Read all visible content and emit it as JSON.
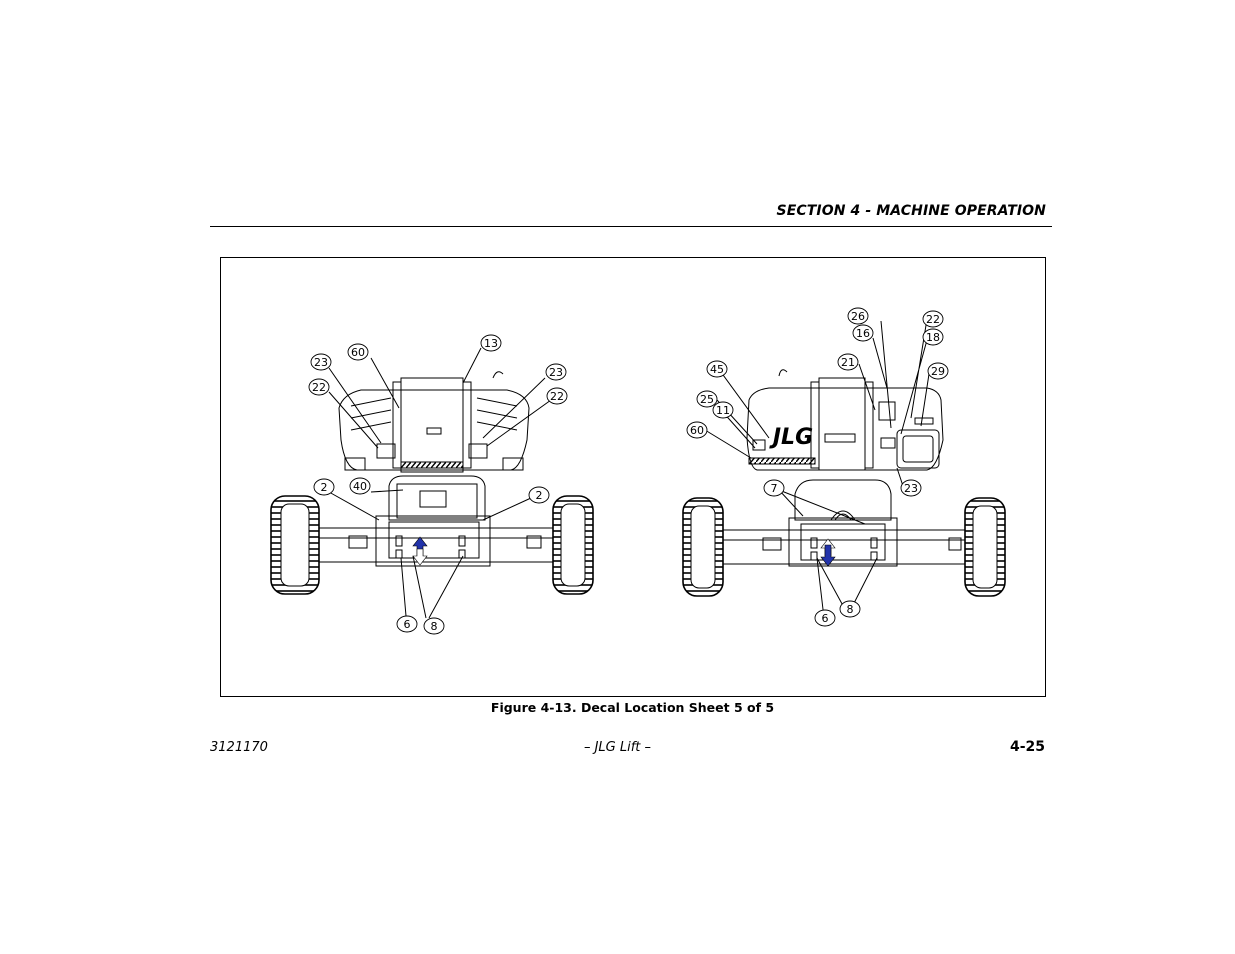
{
  "header": {
    "section_title": "SECTION 4 - MACHINE OPERATION"
  },
  "figure": {
    "caption": "Figure 4-13. Decal Location Sheet 5 of 5",
    "left_view": {
      "callouts": [
        "23",
        "60",
        "13",
        "23",
        "22",
        "22",
        "2",
        "40",
        "2",
        "6",
        "8"
      ]
    },
    "right_view": {
      "callouts": [
        "26",
        "16",
        "22",
        "18",
        "21",
        "45",
        "29",
        "25",
        "11",
        "60",
        "23",
        "7",
        "6",
        "8"
      ],
      "logo_text": "JLG"
    },
    "arrow_color": "#2233aa"
  },
  "footer": {
    "doc_number": "3121170",
    "center_text": "– JLG Lift –",
    "page_number": "4-25"
  }
}
